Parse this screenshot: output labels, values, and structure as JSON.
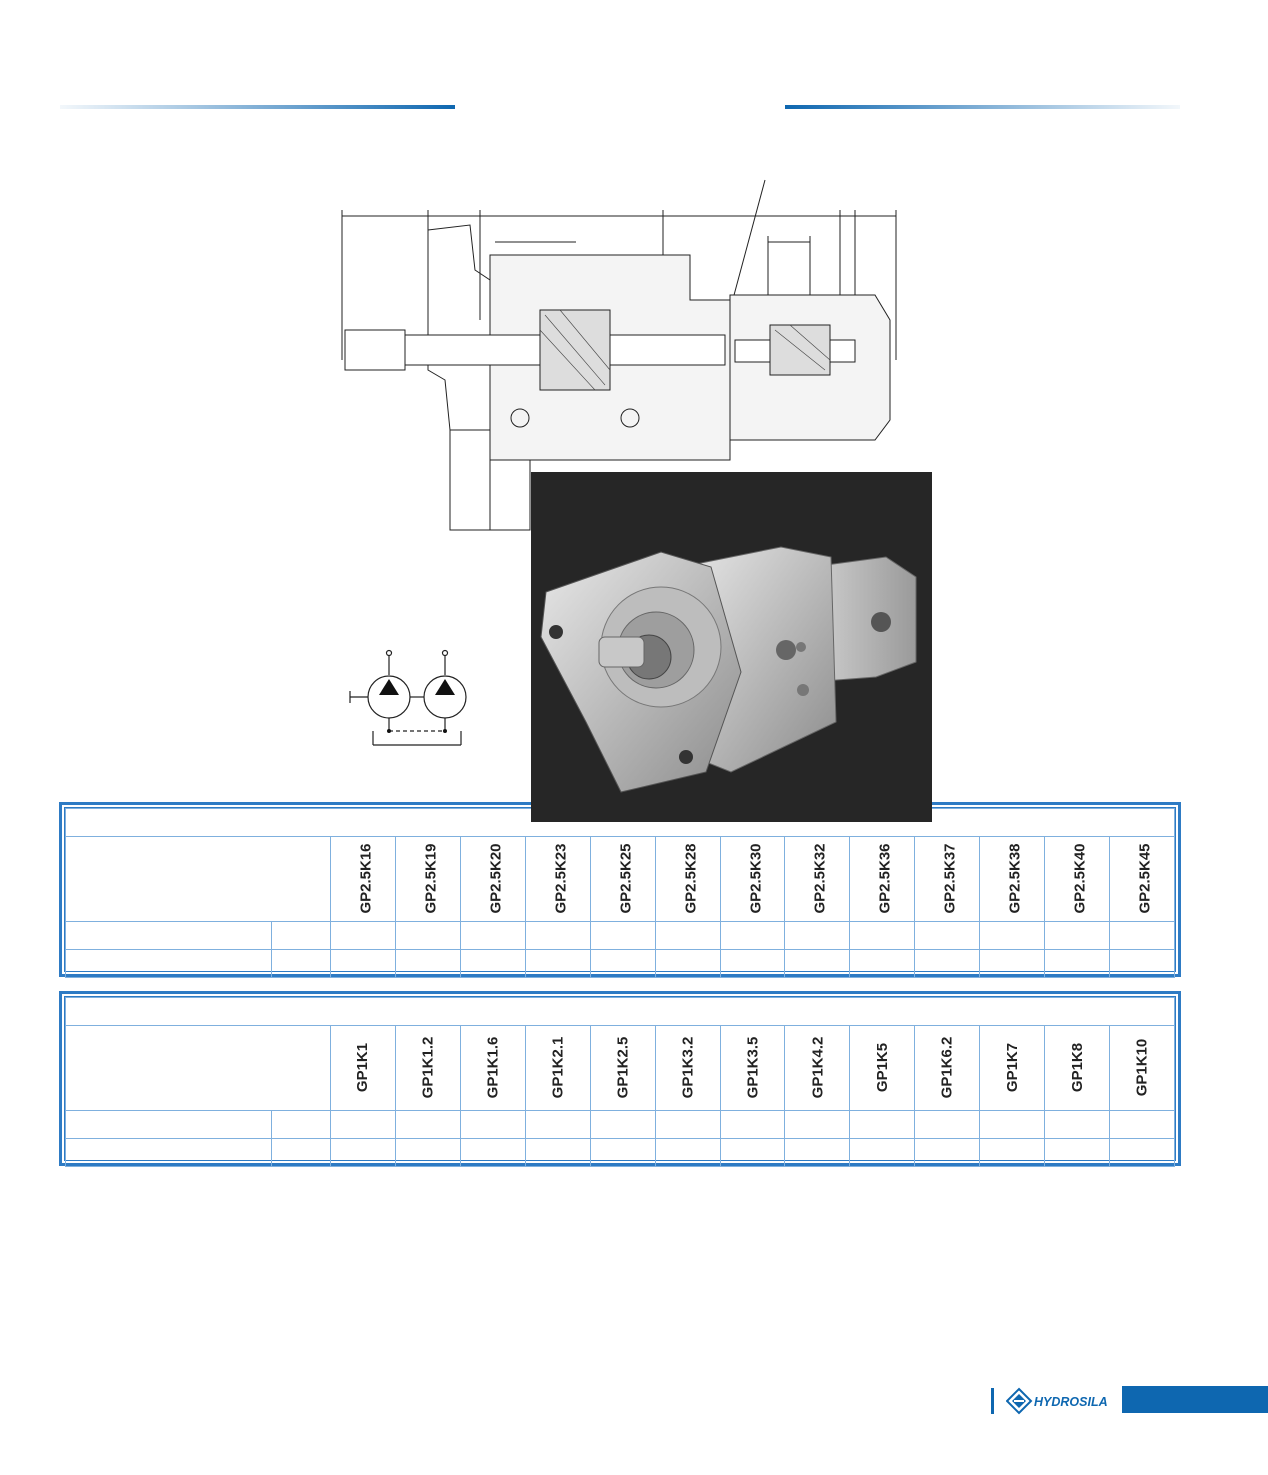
{
  "table_top": {
    "models": [
      "GP2.5K16",
      "GP2.5K19",
      "GP2.5K20",
      "GP2.5K23",
      "GP2.5K25",
      "GP2.5K28",
      "GP2.5K30",
      "GP2.5K32",
      "GP2.5K36",
      "GP2.5K37",
      "GP2.5K38",
      "GP2.5K40",
      "GP2.5K45"
    ]
  },
  "table_bottom": {
    "models": [
      "GP1K1",
      "GP1K1.2",
      "GP1K1.6",
      "GP1K2.1",
      "GP1K2.5",
      "GP1K3.2",
      "GP1K3.5",
      "GP1K4.2",
      "GP1K5",
      "GP1K6.2",
      "GP1K7",
      "GP1K8",
      "GP1K10"
    ]
  },
  "footer": {
    "brand": "HYDROSILA"
  },
  "colors": {
    "brand_blue": "#0e67b0",
    "table_border": "#2e7bc4",
    "photo_bg": "#262626"
  }
}
